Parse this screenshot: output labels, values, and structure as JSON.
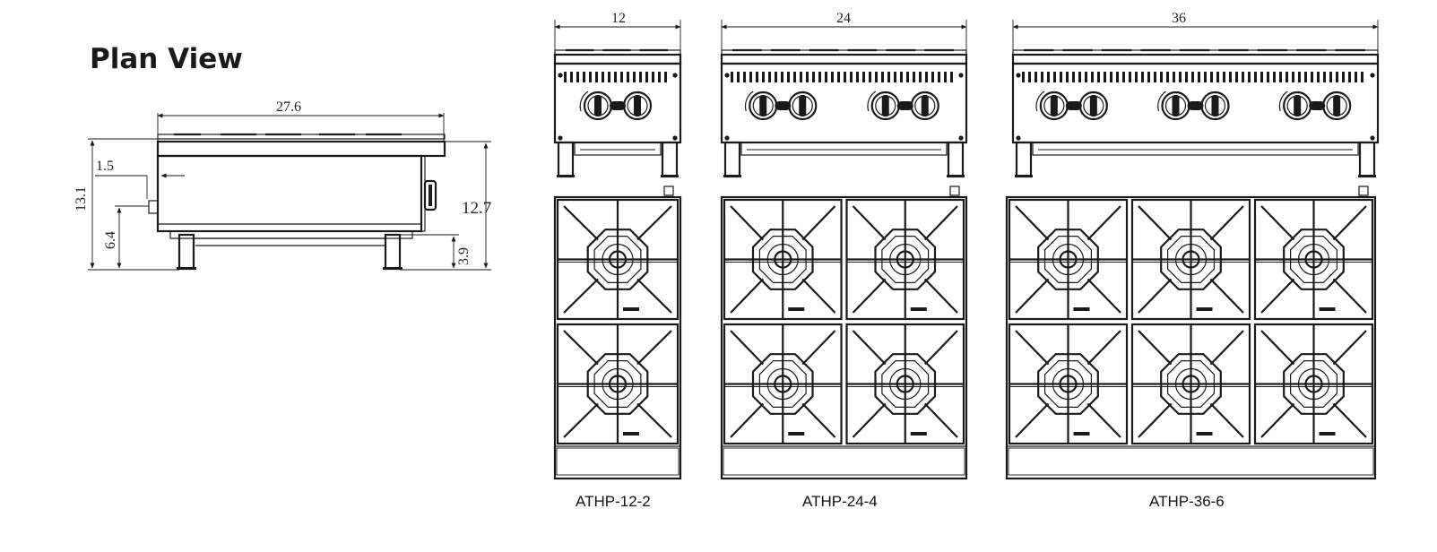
{
  "title": "Plan View",
  "side_view": {
    "width_label": "27.6",
    "overall_height_label": "13.1",
    "right_height_label": "12.7",
    "knob_offset_label": "1.5",
    "knob_height_label": "6.4",
    "leg_height_label": "3.9"
  },
  "models": [
    {
      "name": "ATHP-12-2",
      "width_label": "12",
      "burner_columns": 1,
      "knobs": 2
    },
    {
      "name": "ATHP-24-4",
      "width_label": "24",
      "burner_columns": 2,
      "knobs": 4
    },
    {
      "name": "ATHP-36-6",
      "width_label": "36",
      "burner_columns": 3,
      "knobs": 6
    }
  ]
}
